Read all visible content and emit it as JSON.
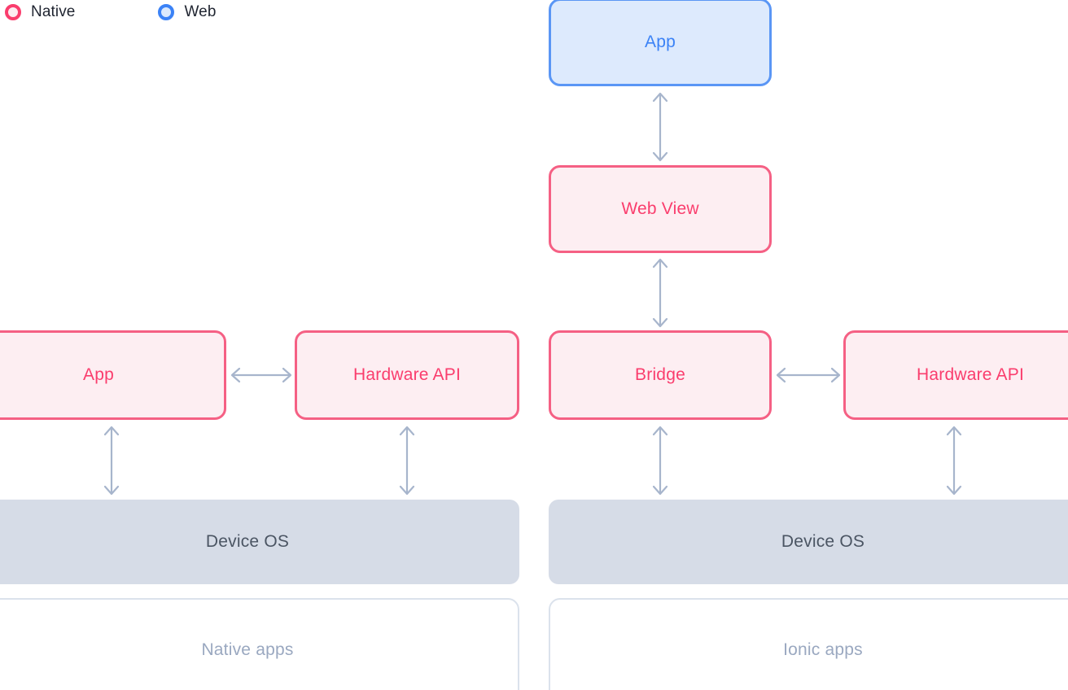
{
  "legend": {
    "items": [
      {
        "id": "native",
        "label": "Native",
        "color": "#fa3d6d",
        "fill": "#fdecf1",
        "icon": "circle-outline-icon"
      },
      {
        "id": "web",
        "label": "Web",
        "color": "#3b82f6",
        "fill": "#dbe9fd",
        "icon": "circle-outline-icon"
      }
    ]
  },
  "colors": {
    "native_border": "#f56084",
    "native_fill": "#fdeef2",
    "native_text": "#fa3d6d",
    "web_border": "#5a96f5",
    "web_fill": "#ddeafd",
    "web_text": "#3b82f6",
    "os_fill": "#d6dce7",
    "os_text": "#4b5563",
    "shell_border": "#dbe2ec",
    "shell_text": "#9aa8c0",
    "arrow": "#a7b5cc",
    "background": "#ffffff"
  },
  "diagram": {
    "type": "architecture-comparison",
    "columns": [
      {
        "id": "native-column",
        "caption": "Native apps",
        "nodes": [
          {
            "id": "native-app",
            "label": "App",
            "category": "Native"
          },
          {
            "id": "native-hardware-api",
            "label": "Hardware API",
            "category": "Native"
          },
          {
            "id": "native-device-os",
            "label": "Device OS",
            "category": "OS"
          }
        ]
      },
      {
        "id": "ionic-column",
        "caption": "Ionic apps",
        "nodes": [
          {
            "id": "ionic-app",
            "label": "App",
            "category": "Web"
          },
          {
            "id": "ionic-web-view",
            "label": "Web View",
            "category": "Native"
          },
          {
            "id": "ionic-bridge",
            "label": "Bridge",
            "category": "Native"
          },
          {
            "id": "ionic-hardware-api",
            "label": "Hardware API",
            "category": "Native"
          },
          {
            "id": "ionic-device-os",
            "label": "Device OS",
            "category": "OS"
          }
        ]
      }
    ],
    "connections": [
      {
        "from": "ionic-app",
        "to": "ionic-web-view",
        "direction": "bidirectional"
      },
      {
        "from": "ionic-web-view",
        "to": "ionic-bridge",
        "direction": "bidirectional"
      },
      {
        "from": "native-app",
        "to": "native-hardware-api",
        "direction": "bidirectional"
      },
      {
        "from": "ionic-bridge",
        "to": "ionic-hardware-api",
        "direction": "bidirectional"
      },
      {
        "from": "native-app",
        "to": "native-device-os",
        "direction": "bidirectional"
      },
      {
        "from": "native-hardware-api",
        "to": "native-device-os",
        "direction": "bidirectional"
      },
      {
        "from": "ionic-bridge",
        "to": "ionic-device-os",
        "direction": "bidirectional"
      },
      {
        "from": "ionic-hardware-api",
        "to": "ionic-device-os",
        "direction": "bidirectional"
      }
    ]
  }
}
